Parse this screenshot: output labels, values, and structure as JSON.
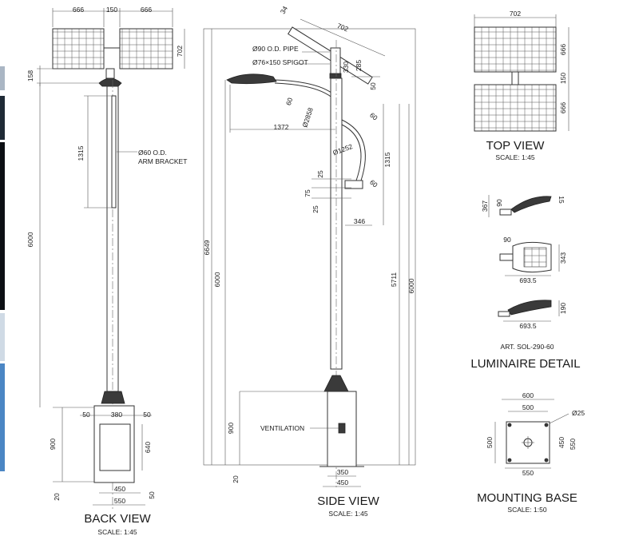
{
  "views": {
    "back": {
      "title": "BACK VIEW",
      "scale": "SCALE: 1:45"
    },
    "side": {
      "title": "SIDE VIEW",
      "scale": "SCALE: 1:45"
    },
    "top": {
      "title": "TOP VIEW",
      "scale": "SCALE: 1:45"
    },
    "luminaire": {
      "title": "LUMINAIRE DETAIL",
      "article": "ART. SOL-290-60"
    },
    "mounting": {
      "title": "MOUNTING BASE",
      "scale": "SCALE: 1:50"
    }
  },
  "back_dims": {
    "panel_w_left": "666",
    "gap": "150",
    "panel_w_right": "666",
    "panel_h": "702",
    "offset": "158",
    "bracket_len": "1315",
    "bracket_label": "Ø60 O.D.",
    "bracket_sub": "ARM BRACKET",
    "pole_h": "6000",
    "base_h": "900",
    "base_inner_h": "640",
    "base_top_l": "50",
    "base_top_c": "380",
    "base_top_r": "50",
    "base_w1": "450",
    "base_w2": "550",
    "bottom_20": "20",
    "bottom_50": "50"
  },
  "side_dims": {
    "panel_tilt": "702",
    "tilt_top": "34",
    "pipe": "Ø90 O.D. PIPE",
    "spigot": "Ø76×150 SPIGOT",
    "d330": "330",
    "d285": "285",
    "d50": "50",
    "arm_reach": "1372",
    "arm_r1": "Ø2858",
    "arm_r2": "Ø1252",
    "arm_60a": "60",
    "arm_60b": "60",
    "arm_60c": "60",
    "arm_h": "1315",
    "d25a": "25",
    "d75": "75",
    "d25b": "25",
    "d346": "346",
    "total_h": "6649",
    "pole_h_left": "6000",
    "pole_h_right": "6000",
    "mid_h": "5711",
    "ventilation": "VENTILATION",
    "base_h": "900",
    "base_w1": "350",
    "base_w2": "450",
    "bottom_20": "20"
  },
  "top_dims": {
    "width": "702",
    "h1": "666",
    "gap": "150",
    "h2": "666"
  },
  "lum_dims": {
    "h367": "367",
    "a90": "90",
    "a15": "15",
    "w90": "90",
    "w343": "343",
    "w693a": "693.5",
    "h190": "190",
    "w693b": "693.5"
  },
  "mount_dims": {
    "w600": "600",
    "w500": "500",
    "hole": "Ø25",
    "h500": "500",
    "h450": "450",
    "h550": "550",
    "w550": "550"
  }
}
